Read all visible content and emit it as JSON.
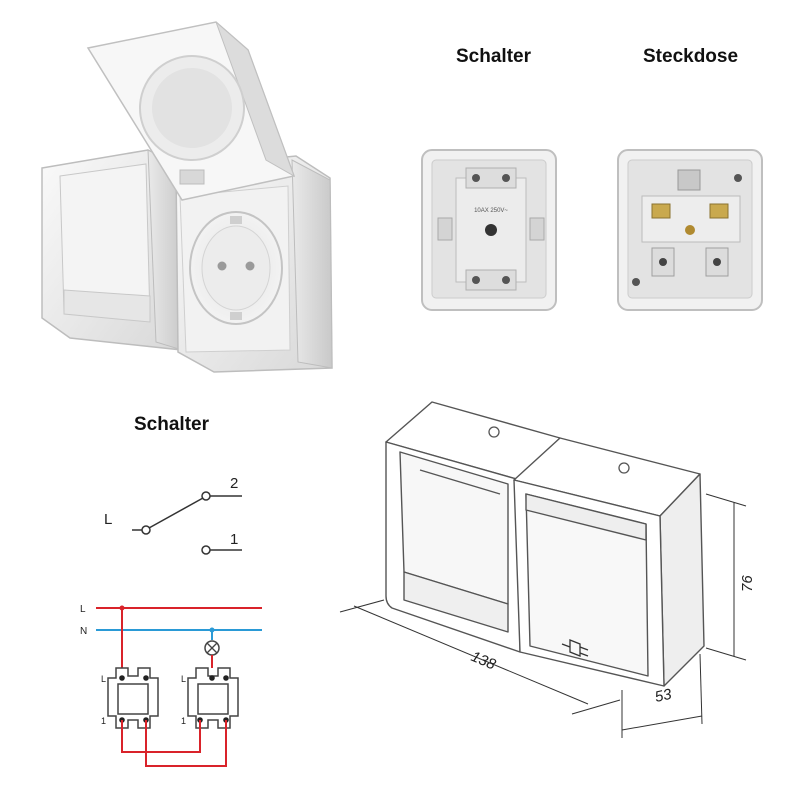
{
  "headings": {
    "switch_photo": "Schalter",
    "socket_photo": "Steckdose",
    "switch_diagram": "Schalter"
  },
  "switch_symbol": {
    "common": "L",
    "out2": "2",
    "out1": "1"
  },
  "wiring": {
    "line": "L",
    "neutral": "N",
    "switch_a_top": "L",
    "switch_a_bottom": "1",
    "switch_b_top": "L",
    "switch_b_bottom": "1",
    "colors": {
      "line": "#d9232a",
      "neutral": "#2a9ad6",
      "body": "#444444"
    }
  },
  "dimensions": {
    "width": "138",
    "height": "76",
    "depth": "53"
  },
  "module_markings": {
    "rating": "10AX 250V~"
  }
}
